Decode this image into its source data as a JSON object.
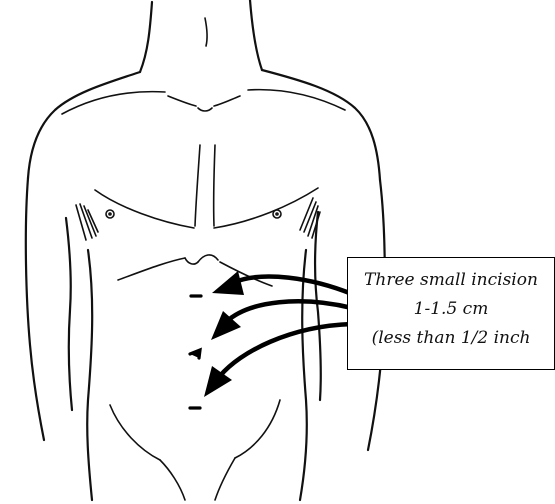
{
  "callout": {
    "line1": "Three small incision",
    "line2": "1-1.5 cm",
    "line3": "(less than 1/2 inch"
  }
}
